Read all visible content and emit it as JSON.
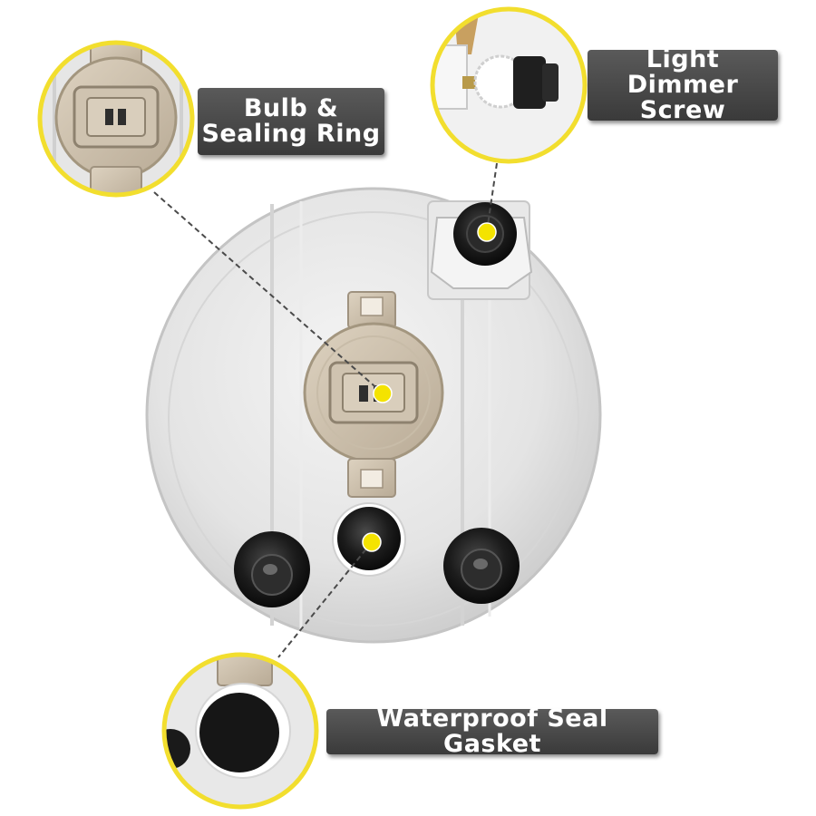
{
  "callouts": {
    "bulb": {
      "line1": "Bulb &",
      "line2": "Sealing Ring"
    },
    "dimmer": {
      "line1": "Light Dimmer",
      "line2": "Screw"
    },
    "gasket": {
      "text": "Waterproof Seal Gasket"
    }
  },
  "colors": {
    "ring": "#f2de2e",
    "dot": "#f4e300",
    "label_bg": "#4a4a4a",
    "housing": "#e2e2e2",
    "socket": "#d3c7b4"
  }
}
